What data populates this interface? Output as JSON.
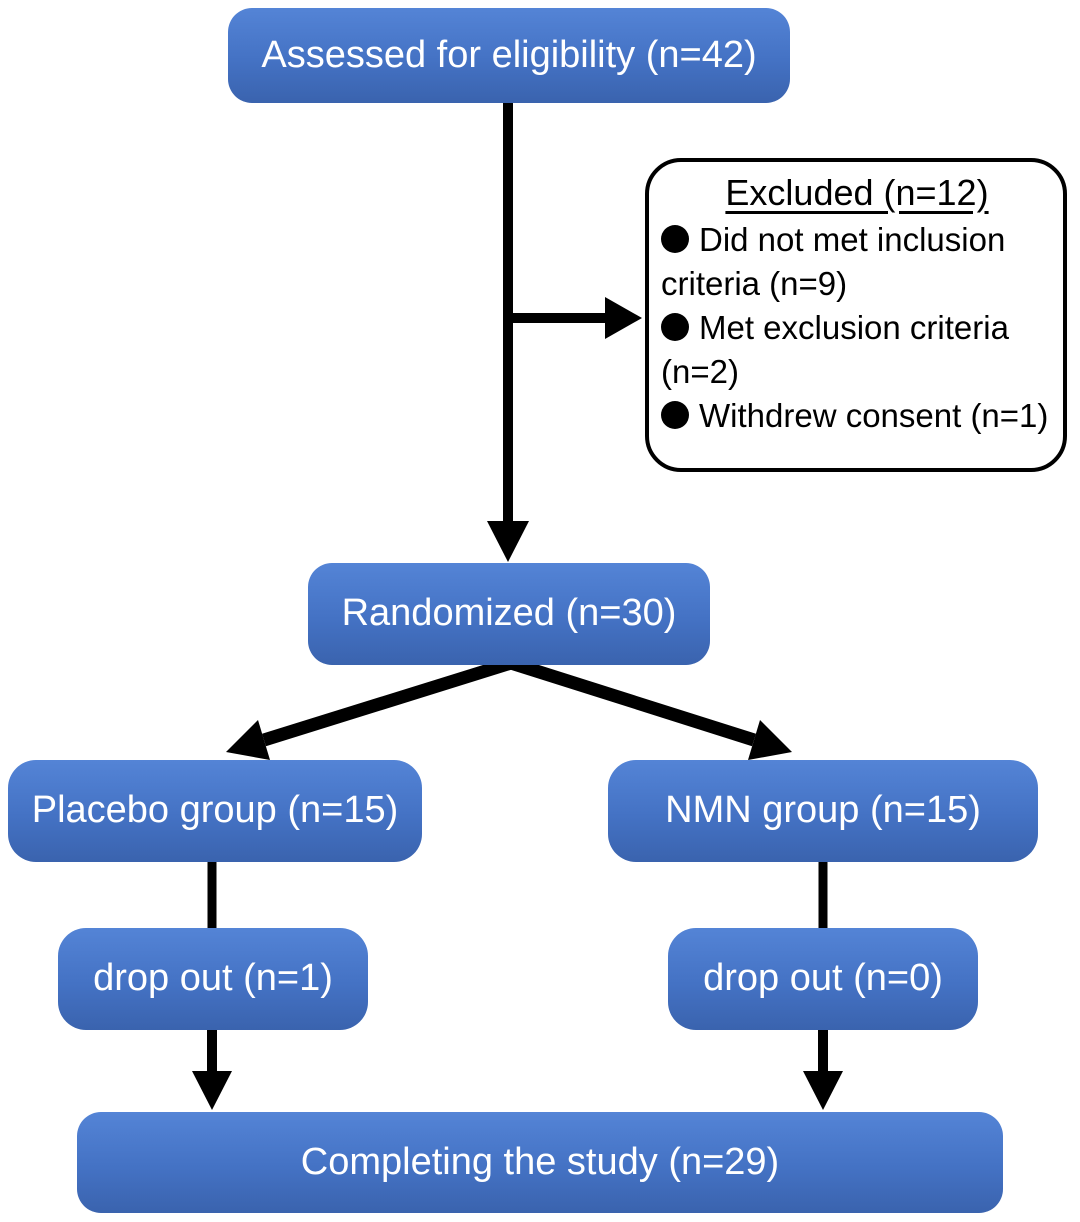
{
  "figure": {
    "type": "flowchart",
    "background": "#ffffff",
    "colors": {
      "node_blue": "#4472c4",
      "node_blue_light": "#5484d6",
      "node_blue_dark": "#3a63ae",
      "node_text": "#ffffff",
      "outline_box_border": "#000000",
      "outline_box_fill": "#ffffff",
      "arrow": "#000000"
    },
    "nodes": {
      "assessed": {
        "label": "Assessed for eligibility (n=42)"
      },
      "excluded": {
        "title": "Excluded (n=12)",
        "items": [
          "Did not met inclusion criteria (n=9)",
          "Met exclusion criteria (n=2)",
          "Withdrew consent (n=1)"
        ]
      },
      "randomized": {
        "label": "Randomized (n=30)"
      },
      "placebo_group": {
        "label": "Placebo group (n=15)"
      },
      "nmn_group": {
        "label": "NMN group (n=15)"
      },
      "dropout_placebo": {
        "label": "drop out (n=1)"
      },
      "dropout_nmn": {
        "label": "drop out (n=0)"
      },
      "completing": {
        "label": "Completing the study (n=29)"
      }
    },
    "edges": [
      {
        "from": "assessed",
        "to": "randomized"
      },
      {
        "from": "assessed",
        "to": "excluded"
      },
      {
        "from": "randomized",
        "to": "placebo_group"
      },
      {
        "from": "randomized",
        "to": "nmn_group"
      },
      {
        "from": "placebo_group",
        "to": "dropout_placebo"
      },
      {
        "from": "nmn_group",
        "to": "dropout_nmn"
      },
      {
        "from": "dropout_placebo",
        "to": "completing"
      },
      {
        "from": "dropout_nmn",
        "to": "completing"
      }
    ]
  }
}
